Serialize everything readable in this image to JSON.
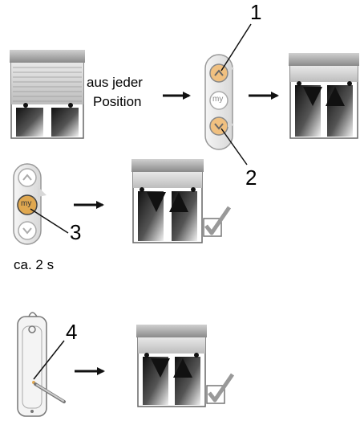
{
  "step1": {
    "label_line1": "aus jeder",
    "label_line2": "Position",
    "callout_up": "1",
    "callout_down": "2",
    "my_label": "my"
  },
  "step2": {
    "callout_my": "3",
    "my_label": "my",
    "duration": "ca. 2 s"
  },
  "step3": {
    "callout_prog": "4"
  },
  "colors": {
    "accent": "#f0c080",
    "frame": "#555555",
    "check": "#999999"
  }
}
